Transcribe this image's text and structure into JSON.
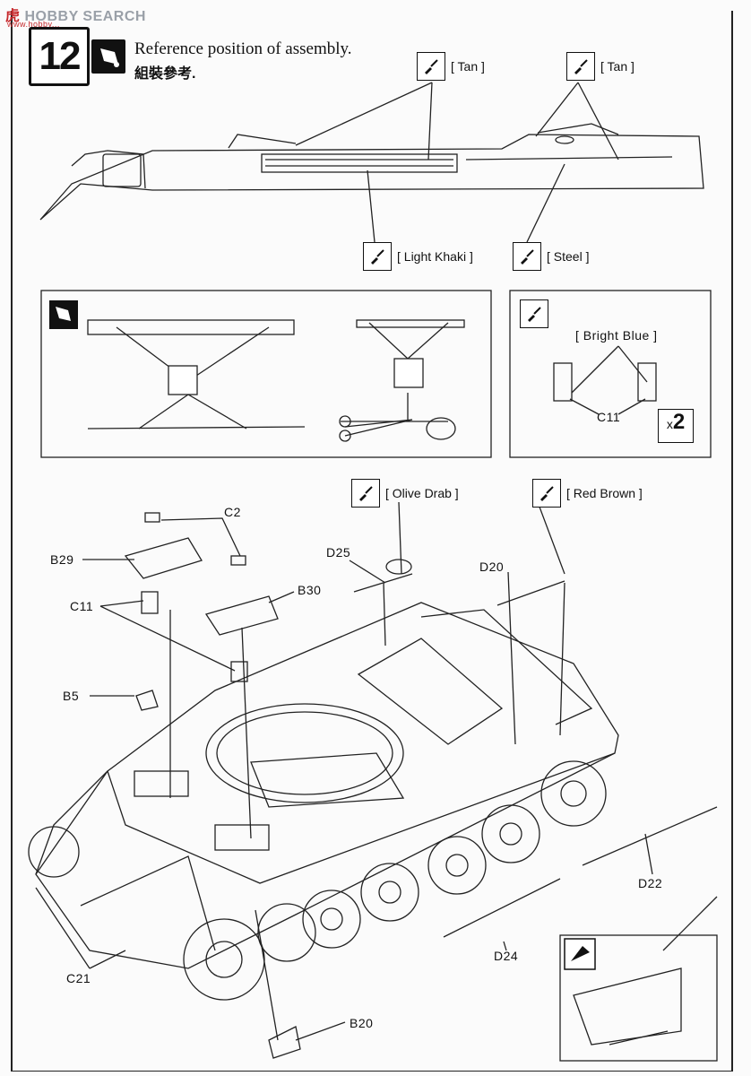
{
  "watermark": {
    "cn": "虎",
    "text": "HOBBY SEARCH",
    "sub": "www.hobby..."
  },
  "step": {
    "number": "12"
  },
  "reference": {
    "en": "Reference position of assembly.",
    "zh": "組裝參考."
  },
  "paints": {
    "tan1": "[ Tan ]",
    "tan2": "[ Tan ]",
    "light_khaki": "[ Light Khaki ]",
    "steel": "[ Steel ]",
    "bright_blue": "[ Bright Blue ]",
    "olive_drab": "[ Olive Drab ]",
    "red_brown": "[ Red Brown ]"
  },
  "parts": {
    "c11_box": "C11",
    "c2": "C2",
    "b29": "B29",
    "b30": "B30",
    "c11": "C11",
    "b5": "B5",
    "d25": "D25",
    "d20": "D20",
    "d22": "D22",
    "d24": "D24",
    "c21": "C21",
    "b20": "B20"
  },
  "multiplier": {
    "x": "x",
    "count": "2"
  }
}
